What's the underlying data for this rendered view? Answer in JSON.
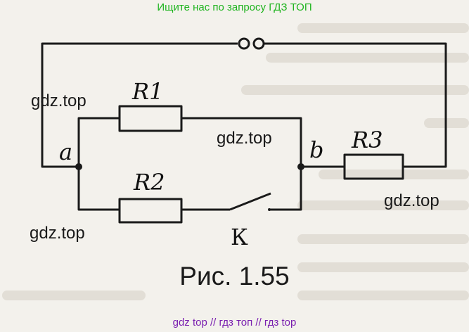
{
  "top_banner": "Ищите нас по запросу ГДЗ ТОП",
  "bottom_banner": "gdz top  //  гдз топ  //  гдз top",
  "watermark": "gdz.top",
  "caption": "Рис. 1.55",
  "labels": {
    "r1": "R1",
    "r2": "R2",
    "r3": "R3",
    "node_a": "a",
    "node_b": "b",
    "switch_k": "К"
  },
  "colors": {
    "wire": "#1a1a1a",
    "top_banner": "#1fb41f",
    "bottom_banner": "#7a1fb0"
  }
}
